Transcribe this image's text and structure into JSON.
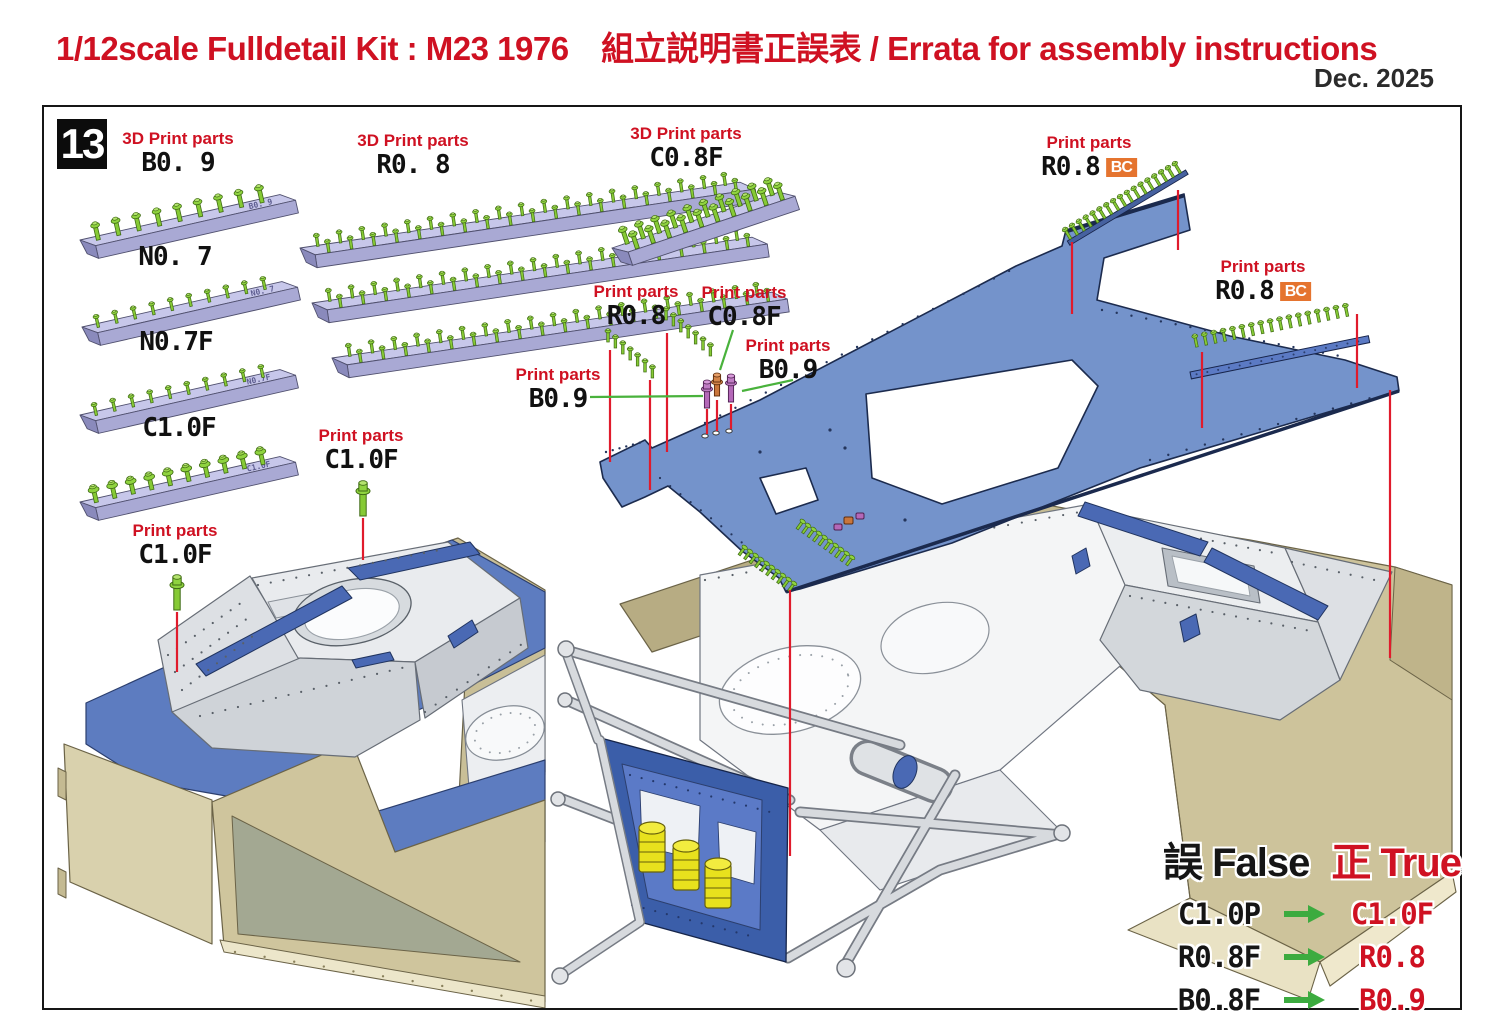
{
  "title": "1/12scale Fulldetail Kit : M23 1976　組立説明書正誤表 / Errata for assembly instructions",
  "date": "Dec. 2025",
  "step_number": "13",
  "labels": {
    "sprue_b09": {
      "tag": "3D Print parts",
      "part": "B0. 9"
    },
    "sprue_n07": {
      "part": "N0. 7"
    },
    "sprue_n07f": {
      "part": "N0.7F"
    },
    "sprue_c10f": {
      "part": "C1.0F"
    },
    "sprue_r08": {
      "tag": "3D Print parts",
      "part": "R0. 8"
    },
    "sprue_c08f": {
      "tag": "3D Print parts",
      "part": "C0.8F"
    },
    "print_c10f": {
      "tag": "Print parts",
      "part": "C1.0F"
    },
    "print_r08": {
      "tag": "Print parts",
      "part": "R0.8"
    },
    "print_c08f": {
      "tag": "Print parts",
      "part": "C0.8F"
    },
    "print_b09": {
      "tag": "Print parts",
      "part": "B0.9"
    },
    "print_r08bc": {
      "tag": "Print parts",
      "part": "R0.8",
      "badge": "BC"
    }
  },
  "legend": {
    "false_header": "誤 False",
    "true_header": "正 True",
    "rows": [
      {
        "wrong": "C1.0P",
        "correct": "C1.0F"
      },
      {
        "wrong": "R0.8F",
        "correct": "R0.8"
      },
      {
        "wrong": "B0.8F",
        "correct": "B0.9"
      }
    ]
  },
  "colors": {
    "accent_red": "#cf1122",
    "badge_orange": "#e5742f",
    "arrow_green": "#3cab3f",
    "panel_blue": "#7493cb",
    "sprue_lavender": "#b9b9e0",
    "bolt_green": "#86ca35",
    "bolt_purple": "#b468b8",
    "bolt_orange": "#c9763b",
    "body_tan": "#cdc39b",
    "step_black": "#0c0c0c"
  }
}
